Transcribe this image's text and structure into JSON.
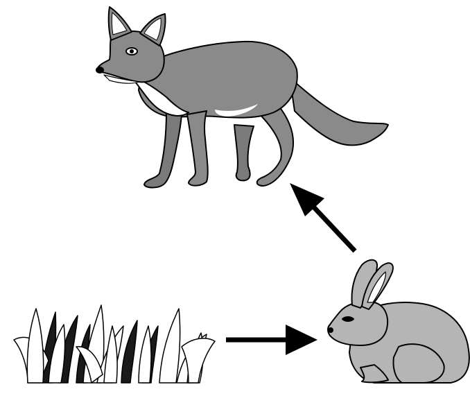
{
  "diagram": {
    "kind": "food-chain",
    "nodes": [
      {
        "id": "grass",
        "icon": "grass-illustration"
      },
      {
        "id": "rabbit",
        "icon": "rabbit-illustration"
      },
      {
        "id": "fox",
        "icon": "fox-illustration"
      }
    ],
    "edges": [
      {
        "from": "grass",
        "to": "rabbit"
      },
      {
        "from": "rabbit",
        "to": "fox"
      }
    ],
    "colors": {
      "fox_body": "#8a8a8a",
      "fox_white": "#ffffff",
      "rabbit_body": "#b5b5b5",
      "grass_dark": "#1a1a1a",
      "grass_light": "#ffffff",
      "arrow": "#000000"
    }
  }
}
